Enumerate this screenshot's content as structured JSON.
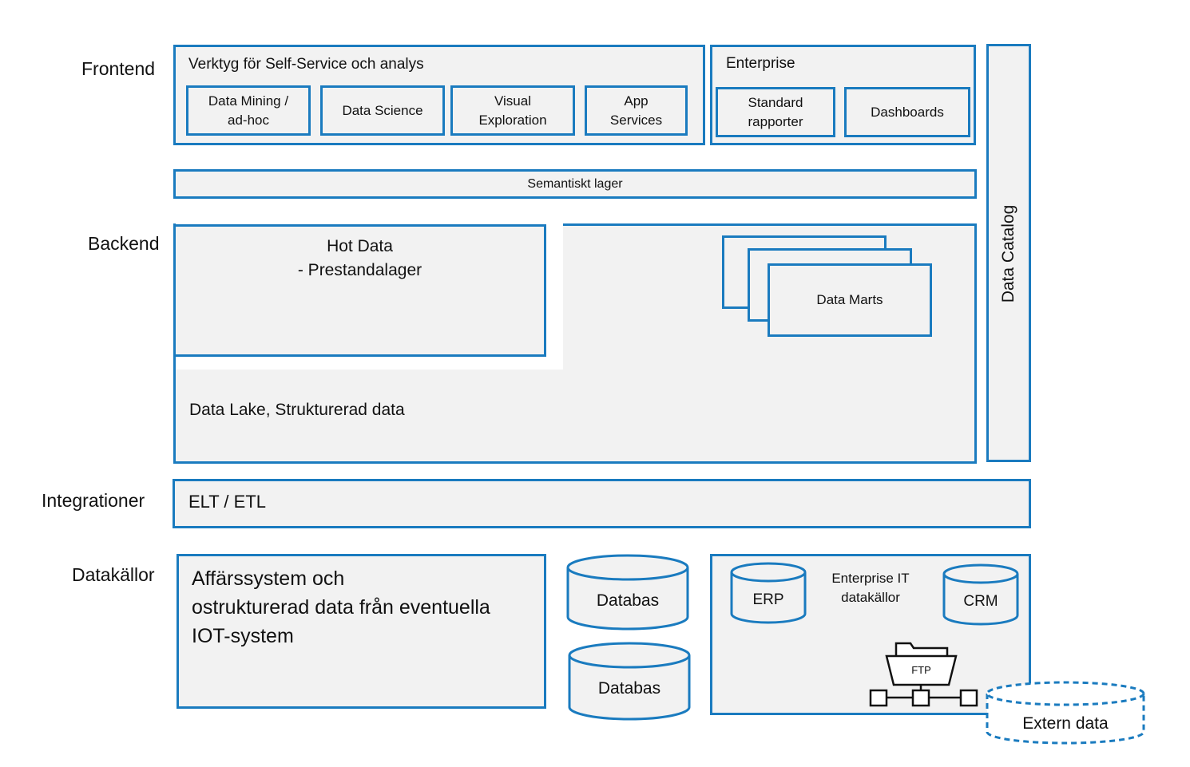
{
  "layers": {
    "frontend": "Frontend",
    "backend": "Backend",
    "integrationer": "Integrationer",
    "datakallor": "Datakällor"
  },
  "frontend": {
    "selfservice_title": "Verktyg för Self-Service och analys",
    "tools": [
      {
        "line1": "Data Mining /",
        "line2": "ad-hoc"
      },
      {
        "line1": "Data Science",
        "line2": ""
      },
      {
        "line1": "Visual",
        "line2": "Exploration"
      },
      {
        "line1": "App",
        "line2": "Services"
      }
    ],
    "enterprise_title": "Enterprise",
    "enterprise_items": [
      {
        "line1": "Standard",
        "line2": "rapporter"
      },
      {
        "line1": "Dashboards",
        "line2": ""
      }
    ]
  },
  "semantic_layer": "Semantiskt lager",
  "data_catalog": "Data Catalog",
  "backend": {
    "hot_data_line1": "Hot Data",
    "hot_data_line2": "- Prestandalager",
    "data_marts": "Data Marts",
    "data_lake": "Data Lake, Strukturerad data"
  },
  "integration": "ELT / ETL",
  "sources": {
    "business_line1": "Affärssystem och",
    "business_line2": "ostrukturerad data från eventuella",
    "business_line3": "IOT-system",
    "db1": "Databas",
    "db2": "Databas",
    "enterprise_it_line1": "Enterprise IT",
    "enterprise_it_line2": "datakällor",
    "erp": "ERP",
    "crm": "CRM",
    "ftp": "FTP",
    "external": "Extern data"
  },
  "colors": {
    "accent": "#1a7bbf",
    "fill": "#f2f2f2",
    "text": "#111111"
  }
}
